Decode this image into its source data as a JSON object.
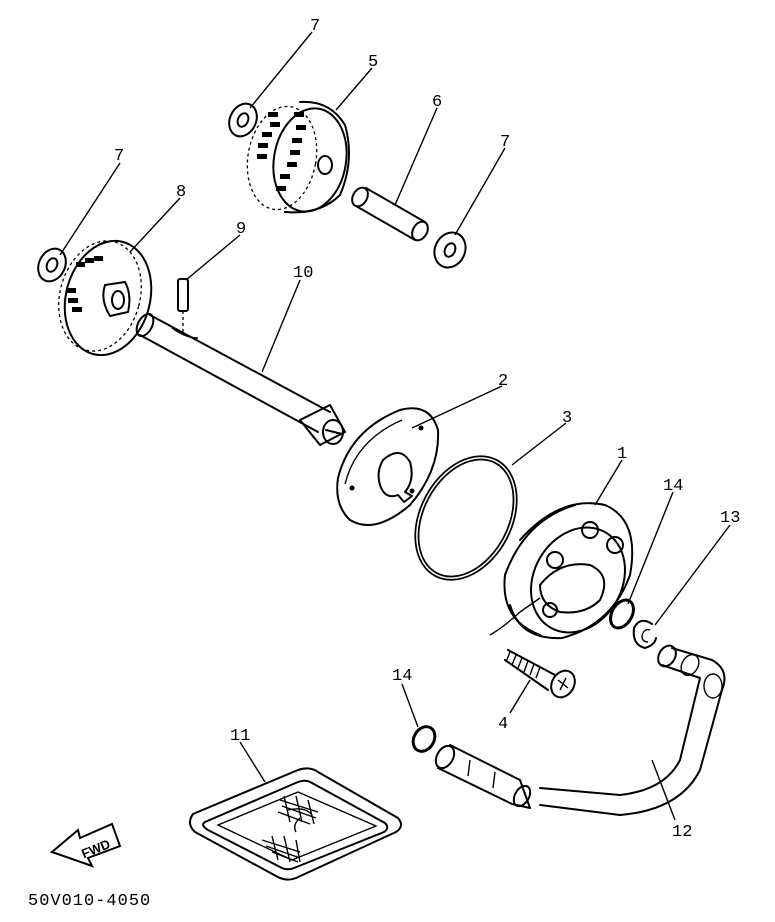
{
  "callouts": [
    "1",
    "2",
    "3",
    "4",
    "5",
    "6",
    "7",
    "8",
    "9",
    "10",
    "11",
    "12",
    "13",
    "14"
  ],
  "fwd_label": "FWD",
  "diagram_code": "50V010-4050"
}
